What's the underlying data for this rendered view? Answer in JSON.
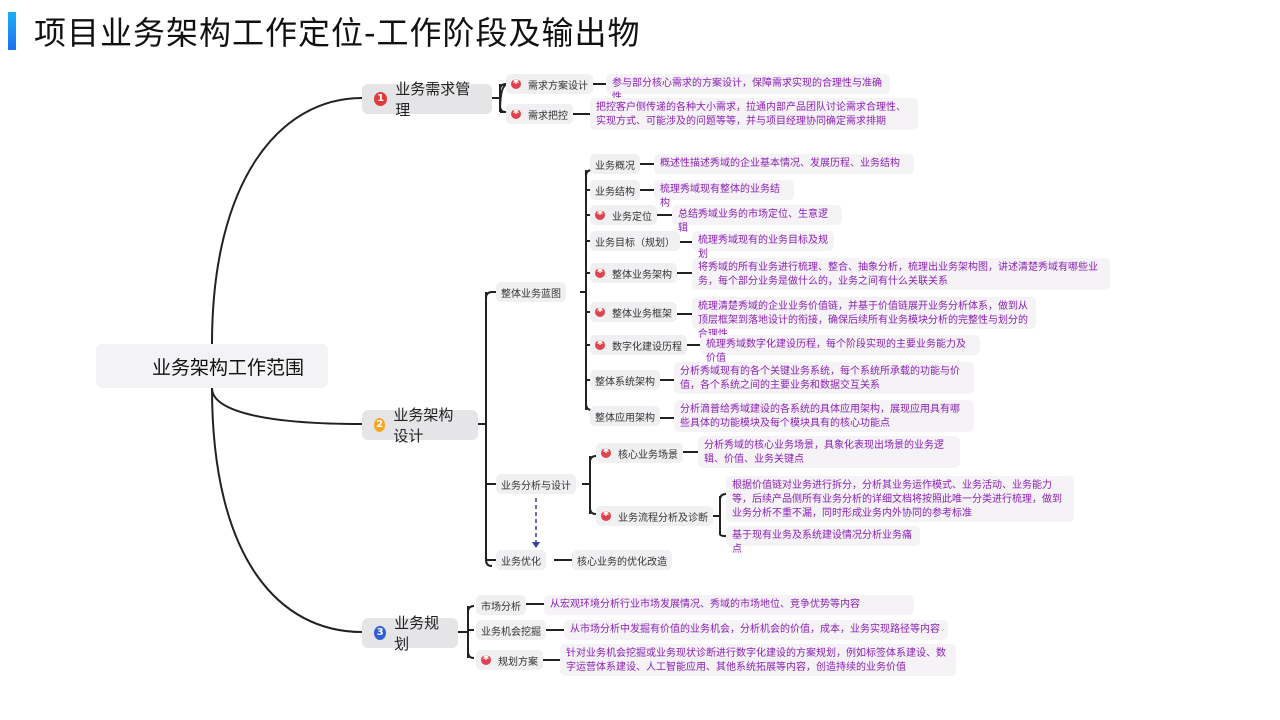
{
  "title": "项目业务架构工作定位-工作阶段及输出物",
  "root": {
    "label": "业务架构工作范围"
  },
  "colors": {
    "accent_blue": "#1d8cf5",
    "star_red": "#e0434d",
    "leaf_text": "#8b1fb5",
    "num1": "#e23a3a",
    "num2": "#f5a623",
    "num3": "#2f5fd6"
  },
  "branches": [
    {
      "number": "1",
      "label": "业务需求管理",
      "children": [
        {
          "label": "需求方案设计",
          "starred": true,
          "desc": "参与部分核心需求的方案设计，保障需求实现的合理性与准确性"
        },
        {
          "label": "需求把控",
          "starred": true,
          "desc": "把控客户侧传递的各种大小需求，拉通内部产品团队讨论需求合理性、实现方式、可能涉及的问题等等，并与项目经理协同确定需求排期"
        }
      ]
    },
    {
      "number": "2",
      "label": "业务架构设计",
      "groups": [
        {
          "label": "整体业务蓝图",
          "children": [
            {
              "label": "业务概况",
              "starred": false,
              "desc": "概述性描述秀域的企业基本情况、发展历程、业务结构"
            },
            {
              "label": "业务结构",
              "starred": false,
              "desc": "梳理秀域现有整体的业务结构"
            },
            {
              "label": "业务定位",
              "starred": true,
              "desc": "总结秀域业务的市场定位、生意逻辑"
            },
            {
              "label": "业务目标（规划）",
              "starred": false,
              "desc": "梳理秀域现有的业务目标及规划"
            },
            {
              "label": "整体业务架构",
              "starred": true,
              "desc": "将秀域的所有业务进行梳理、整合、抽象分析，梳理出业务架构图，讲述清楚秀域有哪些业务，每个部分业务是做什么的，业务之间有什么关联关系"
            },
            {
              "label": "整体业务框架",
              "starred": true,
              "desc": "梳理清楚秀域的企业业务价值链，并基于价值链展开业务分析体系，做到从顶层框架到落地设计的衔接，确保后续所有业务模块分析的完整性与划分的合理性"
            },
            {
              "label": "数字化建设历程",
              "starred": true,
              "desc": "梳理秀域数字化建设历程，每个阶段实现的主要业务能力及价值"
            },
            {
              "label": "整体系统架构",
              "starred": false,
              "desc": "分析秀域现有的各个关键业务系统，每个系统所承载的功能与价值，各个系统之间的主要业务和数据交互关系"
            },
            {
              "label": "整体应用架构",
              "starred": false,
              "desc": "分析滴普给秀域建设的各系统的具体应用架构，展现应用具有哪些具体的功能模块及每个模块具有的核心功能点"
            }
          ]
        },
        {
          "label": "业务分析与设计",
          "children": [
            {
              "label": "核心业务场景",
              "starred": true,
              "desc": "分析秀域的核心业务场景，具象化表现出场景的业务逻辑、价值、业务关键点"
            },
            {
              "label": "业务流程分析及诊断",
              "starred": true,
              "descs": [
                "根据价值链对业务进行拆分，分析其业务运作模式、业务活动、业务能力等，后续产品侧所有业务分析的详细文档将按照此唯一分类进行梳理，做到业务分析不重不漏，同时形成业务内外协同的参考标准",
                "基于现有业务及系统建设情况分析业务痛点"
              ]
            }
          ]
        },
        {
          "label": "业务优化",
          "desc": "核心业务的优化改造"
        }
      ]
    },
    {
      "number": "3",
      "label": "业务规划",
      "children": [
        {
          "label": "市场分析",
          "starred": false,
          "desc": "从宏观环境分析行业市场发展情况、秀域的市场地位、竞争优势等内容"
        },
        {
          "label": "业务机会挖掘",
          "starred": false,
          "desc": "从市场分析中发掘有价值的业务机会，分析机会的价值，成本，业务实现路径等内容"
        },
        {
          "label": "规划方案",
          "starred": true,
          "desc": "针对业务机会挖掘或业务现状诊断进行数字化建设的方案规划，例如标签体系建设、数字运营体系建设、人工智能应用、其他系统拓展等内容，创造持续的业务价值"
        }
      ]
    }
  ]
}
